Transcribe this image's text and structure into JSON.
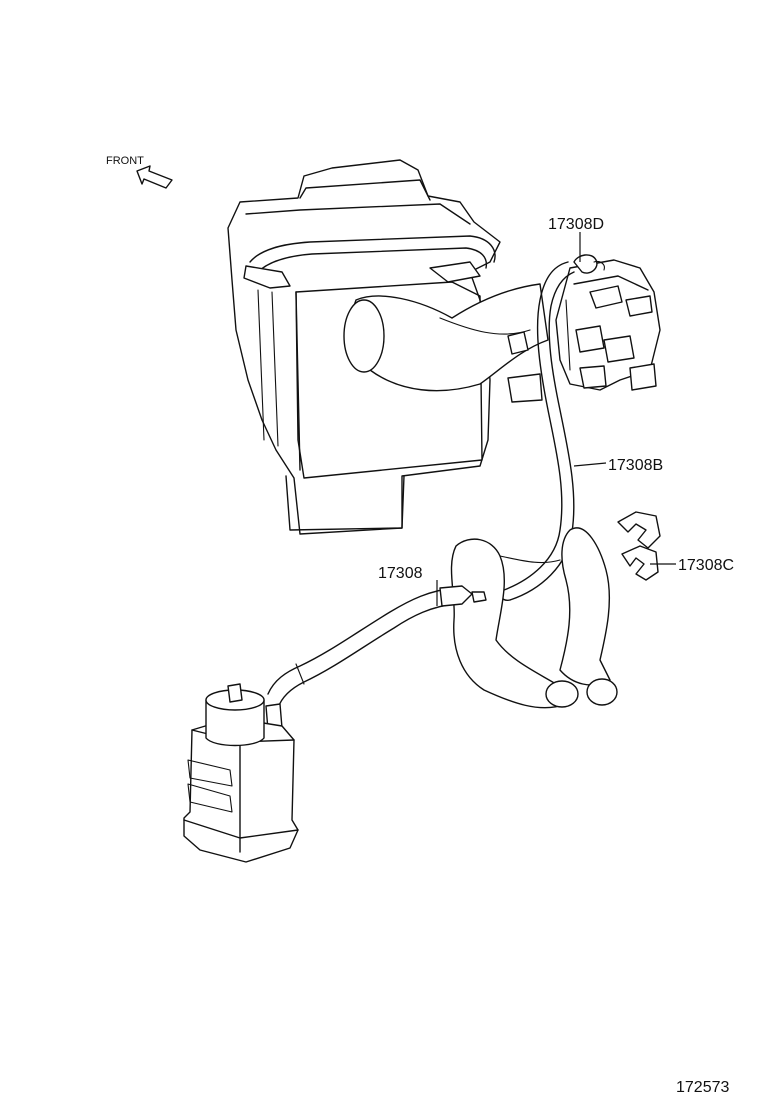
{
  "direction_label": "FRONT",
  "parts": [
    {
      "id": "hose_d",
      "number": "17308D"
    },
    {
      "id": "hose_b",
      "number": "17308B"
    },
    {
      "id": "clamp_c",
      "number": "17308C"
    },
    {
      "id": "hose_main",
      "number": "17308"
    }
  ],
  "figure_number": "172573"
}
